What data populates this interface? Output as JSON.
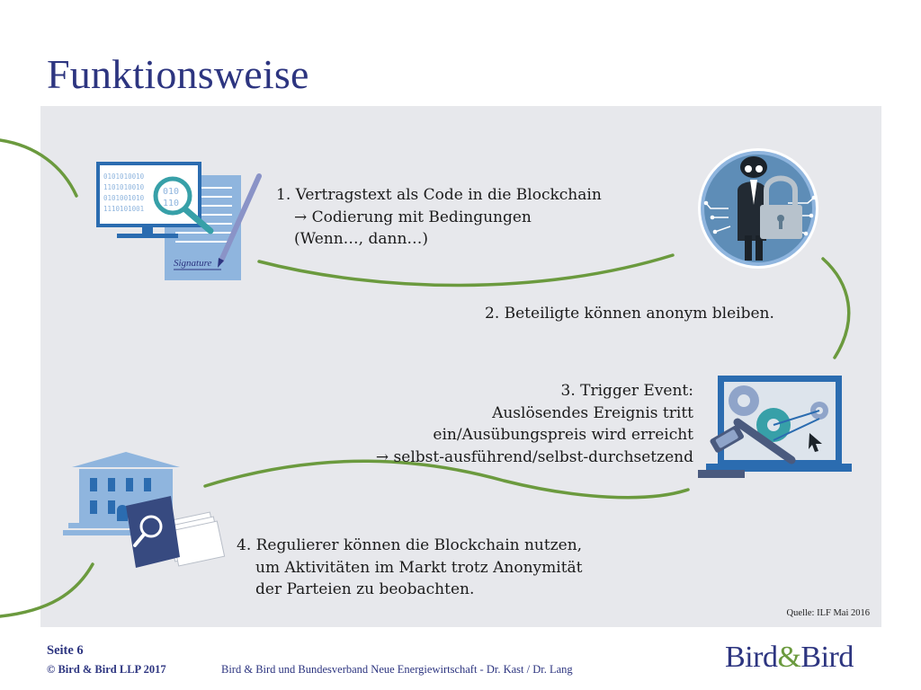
{
  "slide": {
    "title": "Funktionsweise"
  },
  "steps": {
    "step1": {
      "line1": "1. Vertragstext als Code in die Blockchain",
      "line2": "Codierung mit Bedingungen",
      "line3": "(Wenn…, dann…)"
    },
    "step2": {
      "line1": "2. Beteiligte können anonym bleiben."
    },
    "step3": {
      "line1": "3. Trigger Event:",
      "line2": "Auslösendes Ereignis tritt",
      "line3": "ein/Ausübungspreis wird erreicht",
      "line4": "selbst-ausführend/selbst-durchsetzend"
    },
    "step4": {
      "line1": "4. Regulierer können die Blockchain nutzen,",
      "line2": "um Aktivitäten im Markt trotz Anonymität",
      "line3": "der Parteien zu beobachten."
    }
  },
  "arrow_glyph": "→",
  "source_note": "Quelle: ILF Mai 2016",
  "icons": {
    "contract": "contract-code-icon",
    "anonymous": "anonymous-lock-icon",
    "trigger": "trigger-gavel-icon",
    "regulator": "regulator-bank-icon"
  },
  "icon_text": {
    "signature": "Signature",
    "binary_lines": [
      "0101010010",
      "1101010010",
      "0101001010",
      "1110101001"
    ],
    "magnifier_digits": [
      "010",
      "110"
    ]
  },
  "footer": {
    "page": "Seite 6",
    "copyright": "© Bird & Bird LLP 2017",
    "description": "Bird & Bird und Bundesverband Neue Energiewirtschaft - Dr. Kast / Dr. Lang"
  },
  "logo": {
    "left": "Bird",
    "amp": "&",
    "right": "Bird"
  },
  "colors": {
    "title": "#2d3580",
    "panel": "#e7e8ec",
    "flow_line": "#6b9a3e",
    "icon_blue": "#2b6cb0",
    "icon_light_blue": "#8fb5de",
    "icon_navy": "#374a80",
    "logo_amp": "#6b9a3e"
  }
}
